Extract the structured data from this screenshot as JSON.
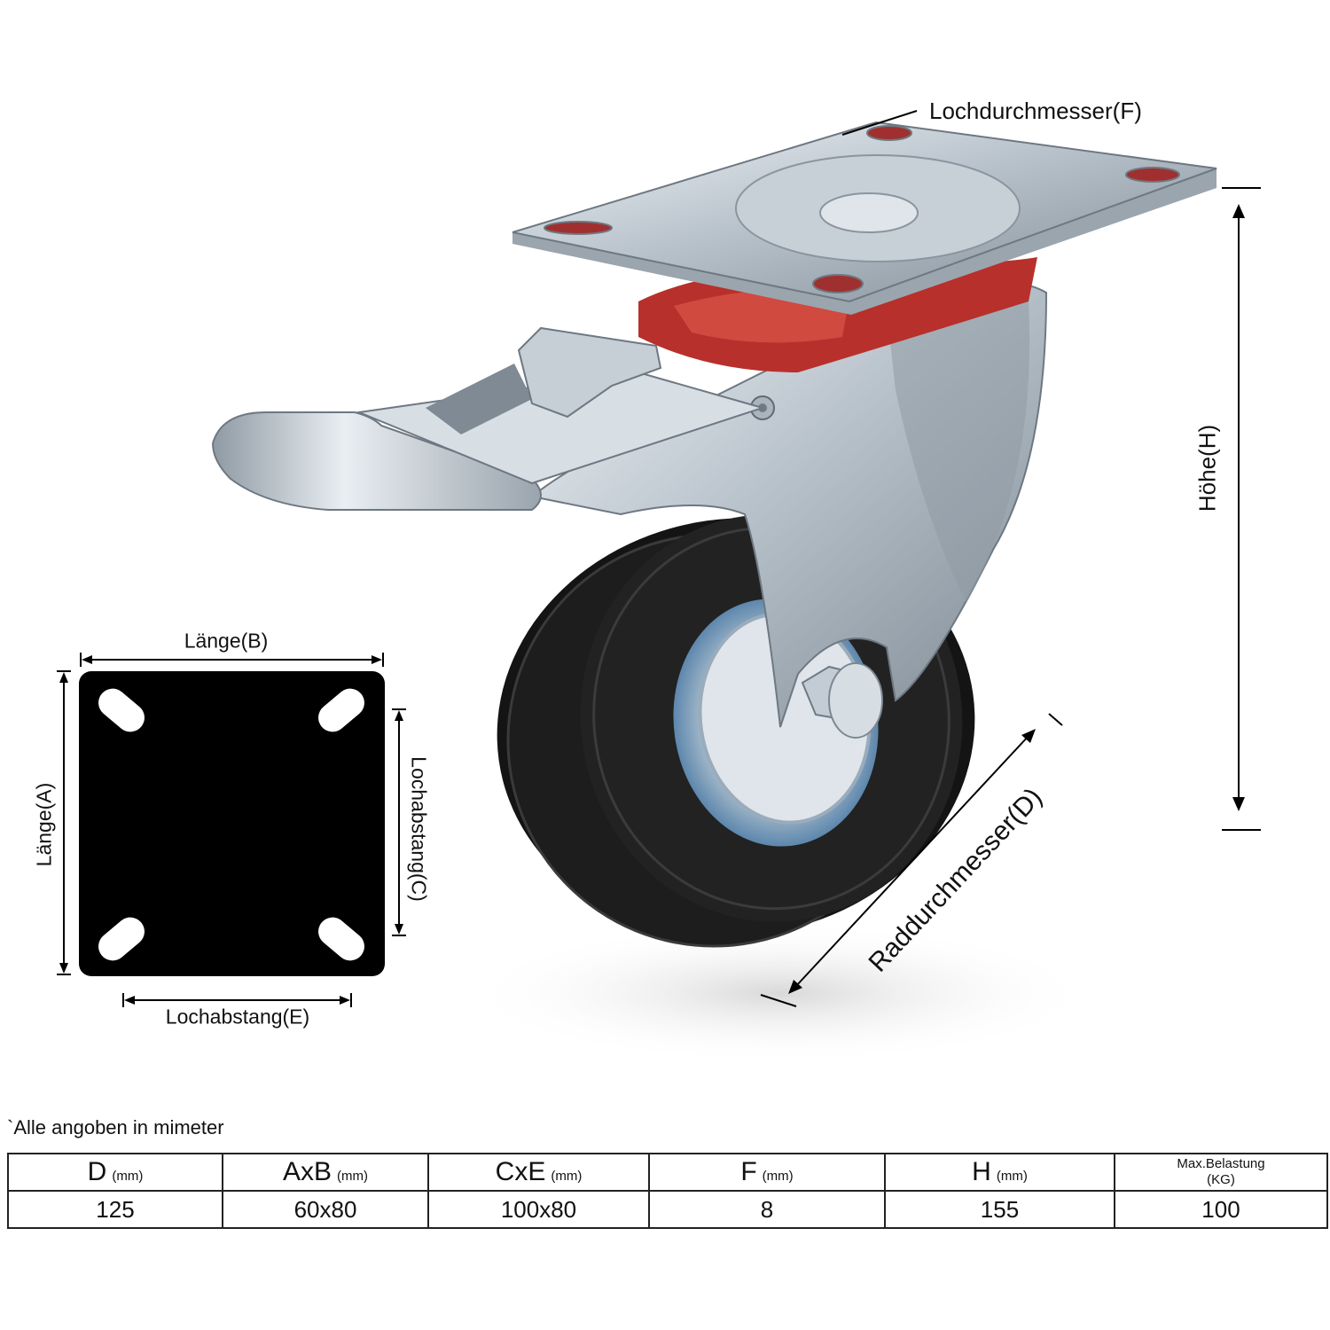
{
  "labels": {
    "hole_diameter": "Lochdurchmesser(F)",
    "height": "Höhe(H)",
    "wheel_diameter": "Raddurchmesser(D)",
    "length_b": "Länge(B)",
    "length_a": "Länge(A)",
    "hole_spacing_c": "Lochabstang(C)",
    "hole_spacing_e": "Lochabstang(E)"
  },
  "note": "`Alle angoben in mimeter",
  "table": {
    "headers": [
      {
        "main": "D",
        "unit": "(mm)"
      },
      {
        "main": "AxB",
        "unit": "(mm)"
      },
      {
        "main": "CxE",
        "unit": "(mm)"
      },
      {
        "main": "F",
        "unit": "(mm)"
      },
      {
        "main": "H",
        "unit": "(mm)"
      },
      {
        "main": "Max.Belastung",
        "unit": "(KG)"
      }
    ],
    "values": [
      "125",
      "60x80",
      "100x80",
      "8",
      "155",
      "100"
    ]
  },
  "colors": {
    "plate": "#000000",
    "wheel_rubber": "#151515",
    "rim_blue": "#7fa7c9",
    "steel": "#c9d1d8",
    "red_bearing": "#b8302b"
  },
  "icons": [
    "caster-wheel-illustration",
    "mounting-plate-icon",
    "dimension-arrow-icon"
  ]
}
